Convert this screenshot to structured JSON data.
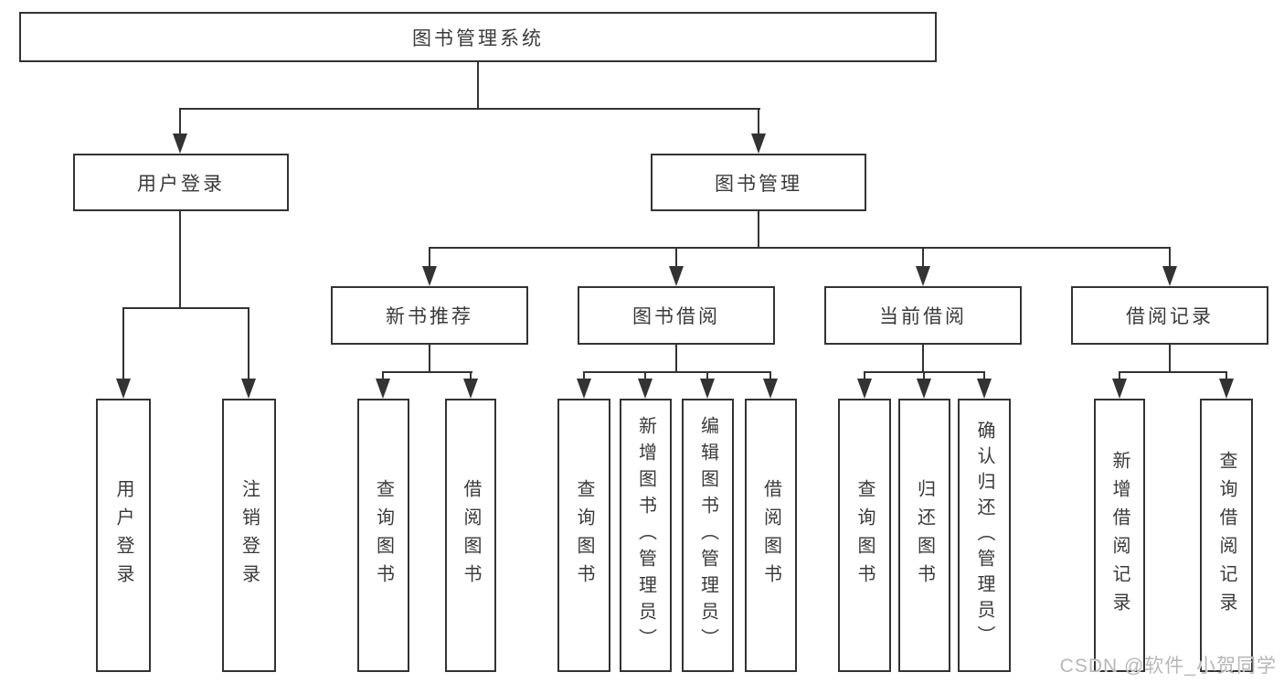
{
  "diagram_title": "图书管理系统",
  "watermark": "CSDN @软件_小贺同学",
  "colors": {
    "line": "#333333",
    "text": "#3a3a3a",
    "background": "#ffffff",
    "watermark": "#b7b7b7"
  },
  "nodes": {
    "root": "图书管理系统",
    "user_login": "用户登录",
    "book_mgmt": "图书管理",
    "login_children": [
      "用户登录",
      "注销登录"
    ],
    "mgmt_children": [
      "新书推荐",
      "图书借阅",
      "当前借阅",
      "借阅记录"
    ],
    "new_books_children": [
      "查询图书",
      "借阅图书"
    ],
    "borrow_children": [
      "查询图书",
      "新增图书（管理员）",
      "编辑图书（管理员）",
      "借阅图书"
    ],
    "current_children": [
      "查询图书",
      "归还图书",
      "确认归还（管理员）"
    ],
    "records_children": [
      "新增借阅记录",
      "查询借阅记录"
    ]
  }
}
